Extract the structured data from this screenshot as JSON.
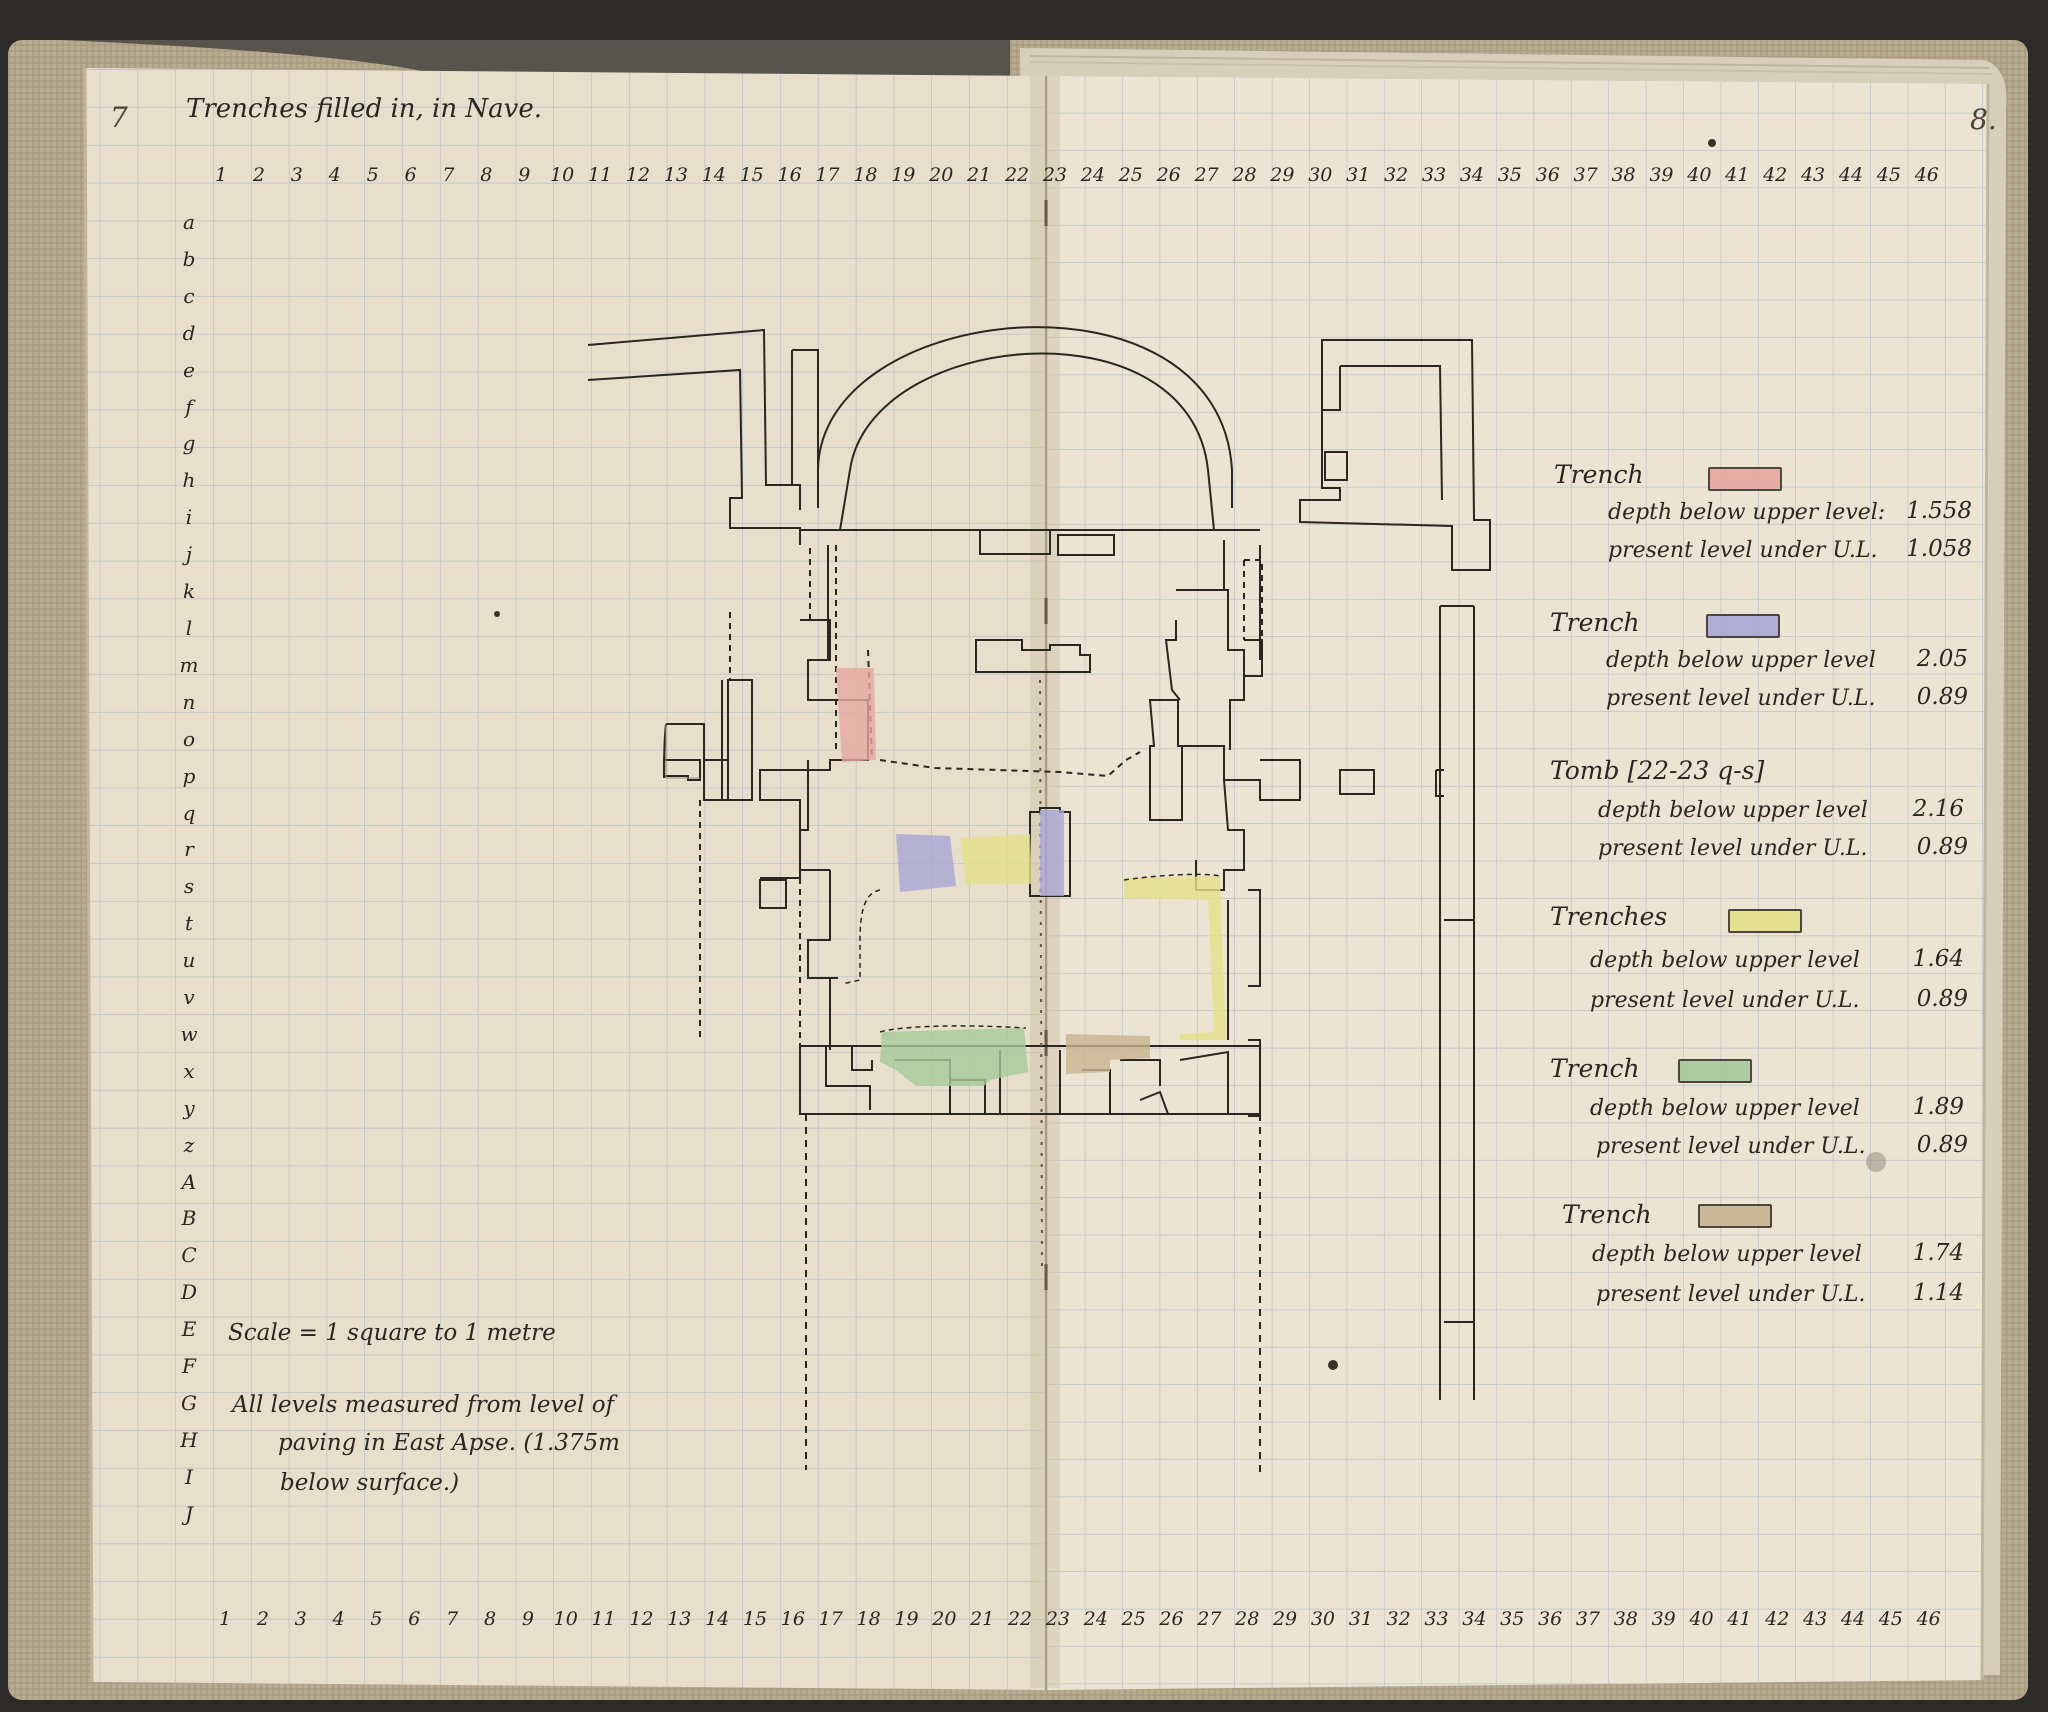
{
  "page": {
    "left_page_number": "7",
    "right_page_number": "8.",
    "title": "Trenches filled in, in Nave."
  },
  "grid": {
    "column_numbers_top": [
      "1",
      "2",
      "3",
      "4",
      "5",
      "6",
      "7",
      "8",
      "9",
      "10",
      "11",
      "12",
      "13",
      "14",
      "15",
      "16",
      "17",
      "18",
      "19",
      "20",
      "21",
      "22",
      "23",
      "24",
      "25",
      "26",
      "27",
      "28",
      "29",
      "30",
      "31",
      "32",
      "33",
      "34",
      "35",
      "36",
      "37",
      "38",
      "39",
      "40",
      "41",
      "42",
      "43",
      "44",
      "45",
      "46"
    ],
    "column_numbers_bottom": [
      "1",
      "2",
      "3",
      "4",
      "5",
      "6",
      "7",
      "8",
      "9",
      "10",
      "11",
      "12",
      "13",
      "14",
      "15",
      "16",
      "17",
      "18",
      "19",
      "20",
      "21",
      "22",
      "23",
      "24",
      "25",
      "26",
      "27",
      "28",
      "29",
      "30",
      "31",
      "32",
      "33",
      "34",
      "35",
      "36",
      "37",
      "38",
      "39",
      "40",
      "41",
      "42",
      "43",
      "44",
      "45",
      "46"
    ],
    "row_letters": [
      "a",
      "b",
      "c",
      "d",
      "e",
      "f",
      "g",
      "h",
      "i",
      "j",
      "k",
      "l",
      "m",
      "n",
      "o",
      "p",
      "q",
      "r",
      "s",
      "t",
      "u",
      "v",
      "w",
      "x",
      "y",
      "z",
      "A",
      "B",
      "C",
      "D",
      "E",
      "F",
      "G",
      "H",
      "I",
      "J"
    ]
  },
  "legend": [
    {
      "heading": "Trench",
      "color": "#e7a7a0",
      "line1": "depth below upper level:",
      "value1": "1.558",
      "line2": "present level under U.L.",
      "value2": "1.058"
    },
    {
      "heading": "Trench",
      "color": "#a9a7d6",
      "line1": "depth below upper level",
      "value1": "2.05",
      "line2": "present level under U.L.",
      "value2": "0.89"
    },
    {
      "heading": "Tomb [22-23 q-s]",
      "color": "",
      "line1": "depth below upper level",
      "value1": "2.16",
      "line2": "present level under U.L.",
      "value2": "0.89"
    },
    {
      "heading": "Trenches",
      "color": "#e6e08a",
      "line1": "depth below upper level",
      "value1": "1.64",
      "line2": "present level under U.L.",
      "value2": "0.89"
    },
    {
      "heading": "Trench",
      "color": "#a8c99a",
      "line1": "depth below upper level",
      "value1": "1.89",
      "line2": "present level under U.L.",
      "value2": "0.89"
    },
    {
      "heading": "Trench",
      "color": "#c8b490",
      "line1": "depth below upper level",
      "value1": "1.74",
      "line2": "present level under U.L.",
      "value2": "1.14"
    }
  ],
  "notes": {
    "scale": "Scale = 1 square to 1 metre",
    "levels_line1": "All levels measured from level of",
    "levels_line2": "paving in East Apse. (1.375m",
    "levels_line3": "below surface.)"
  },
  "colors": {
    "paper": "#e8dfcc",
    "grid_line": "#a9b8c6",
    "ink": "#2a2620",
    "cloth_cover": "#b9ae94"
  }
}
